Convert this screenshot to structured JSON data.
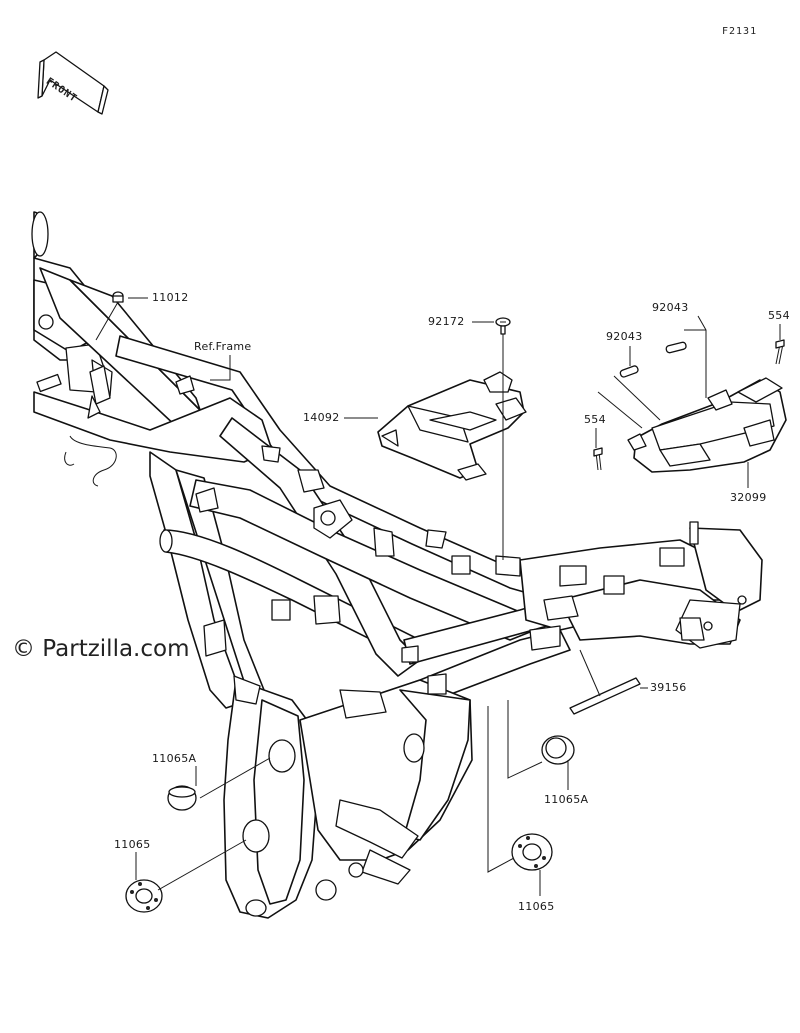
{
  "figure_id": "F2131",
  "watermark": "© Partzilla.com",
  "front_label": "FRONT",
  "callouts": {
    "c11012": "11012",
    "ref_frame": "Ref.Frame",
    "c92172": "92172",
    "c14092": "14092",
    "c92043_a": "92043",
    "c92043_b": "92043",
    "c554_a": "554",
    "c554_b": "554",
    "c32099": "32099",
    "c39156": "39156",
    "c11065A_left": "11065A",
    "c11065A_right": "11065A",
    "c11065_left": "11065",
    "c11065_right": "11065"
  }
}
